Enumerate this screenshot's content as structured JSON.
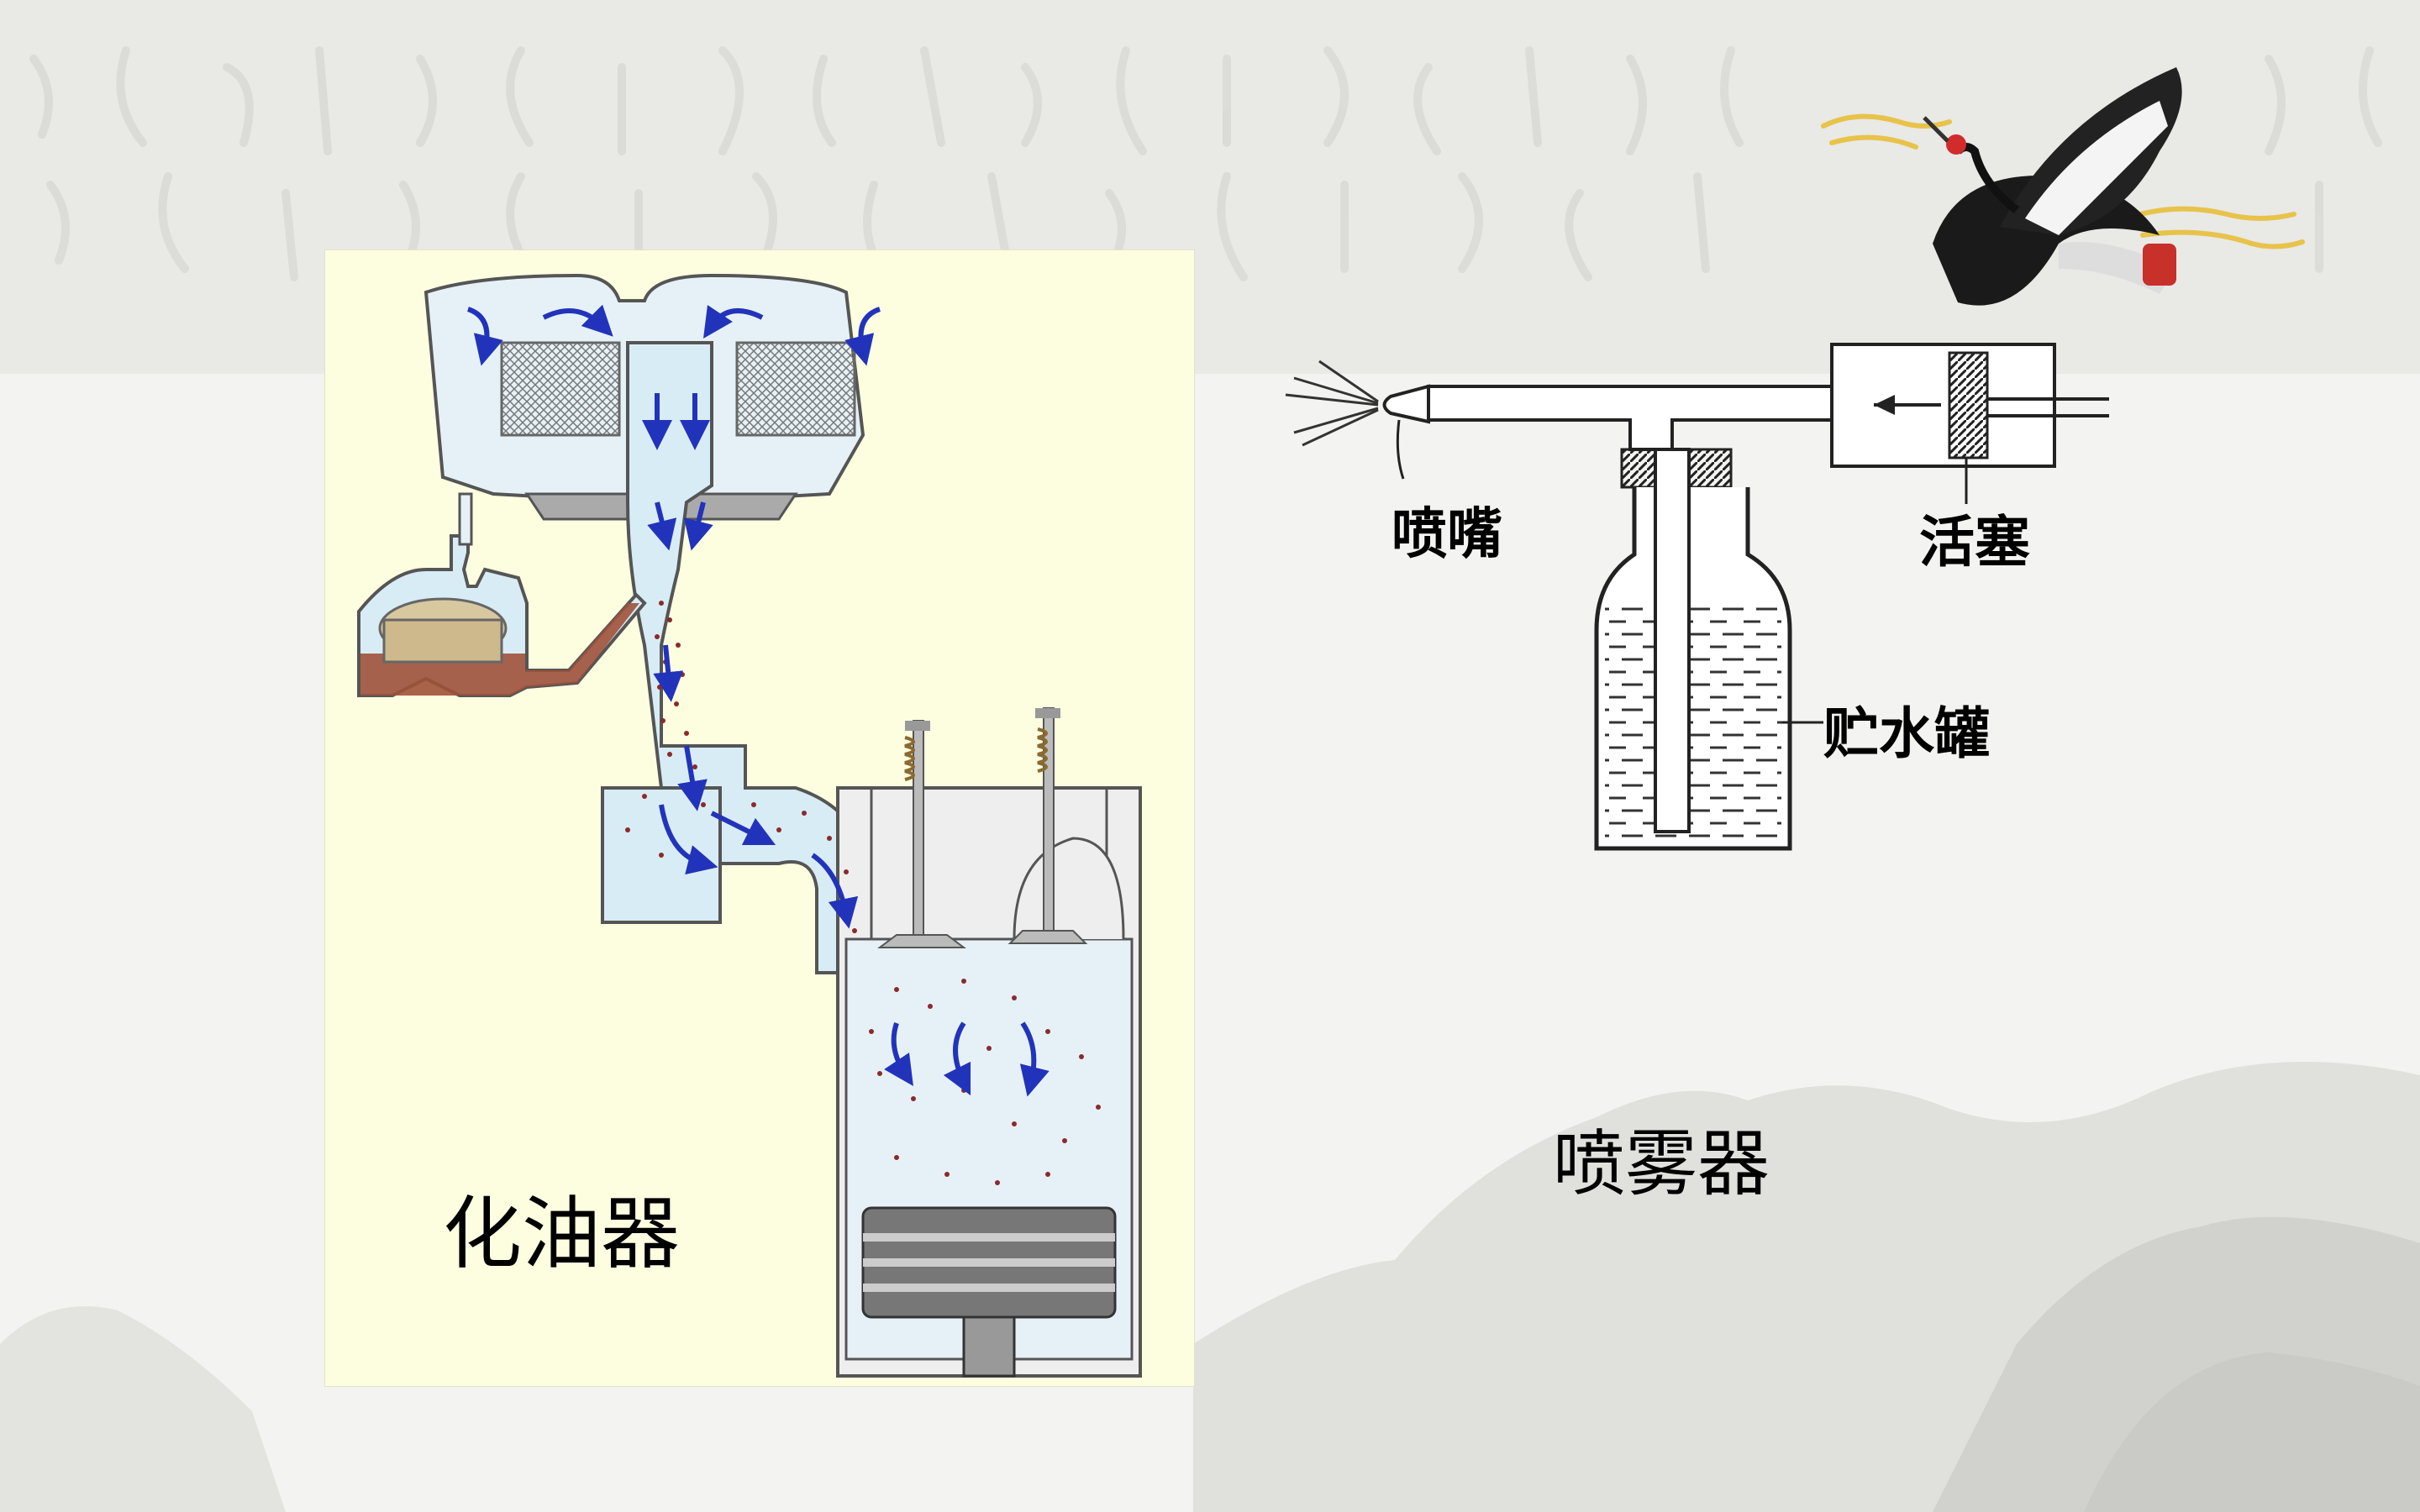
{
  "carburetor": {
    "label": "化油器"
  },
  "sprayer": {
    "title": "喷雾器",
    "parts": {
      "nozzle": "喷嘴",
      "piston": "活塞",
      "water_tank": "贮水罐"
    }
  },
  "colors": {
    "panel_bg": "#fdfde0",
    "airflow_arrow": "#2233bb",
    "fuel_droplets": "#8a2a2a",
    "fuel_fill": "#a0523a",
    "channel": "#d8ecf6"
  }
}
